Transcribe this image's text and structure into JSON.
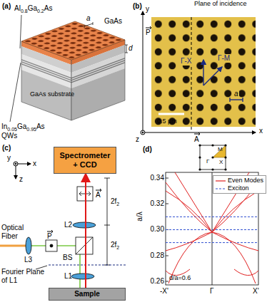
{
  "diagram": {
    "nodes": [
      {
        "text": [
          "Spectrometer + CCD"
        ]
      },
      {
        "text": [
          "Sample"
        ]
      }
    ],
    "edges": [
      {
        "from": 1,
        "to": 0,
        "arrow": "to"
      }
    ],
    "labels": [
      "(a)",
      "Al",
      "0.8",
      "Ga",
      "0.2",
      "As",
      "GaAs",
      "a",
      "d",
      "In",
      "0.05",
      "Ga",
      "0.95",
      "As",
      "QWs",
      "GaAs substrate",
      "(b)",
      "y",
      "P",
      "Plane of incidence",
      "Γ-X",
      "Γ-M",
      "a",
      "0.5 μm",
      "z",
      "x",
      "A",
      "(c)",
      "y",
      "x",
      "z",
      "Optical Fiber",
      "L3",
      "P",
      "L2",
      "L1",
      "BS",
      "A",
      "2f",
      "2",
      "2f",
      "2",
      "Fourier Plane of L1",
      "(d)",
      "a/λ",
      "0.34",
      "0.32",
      "0.30",
      "0.28",
      "0.26",
      "-X'",
      "Γ",
      "X'",
      "d/a=0.6",
      "M",
      "Γ",
      "X"
    ],
    "legend": [
      {
        "text": "Even Modes"
      },
      {
        "text": "Exciton"
      }
    ]
  }
}
